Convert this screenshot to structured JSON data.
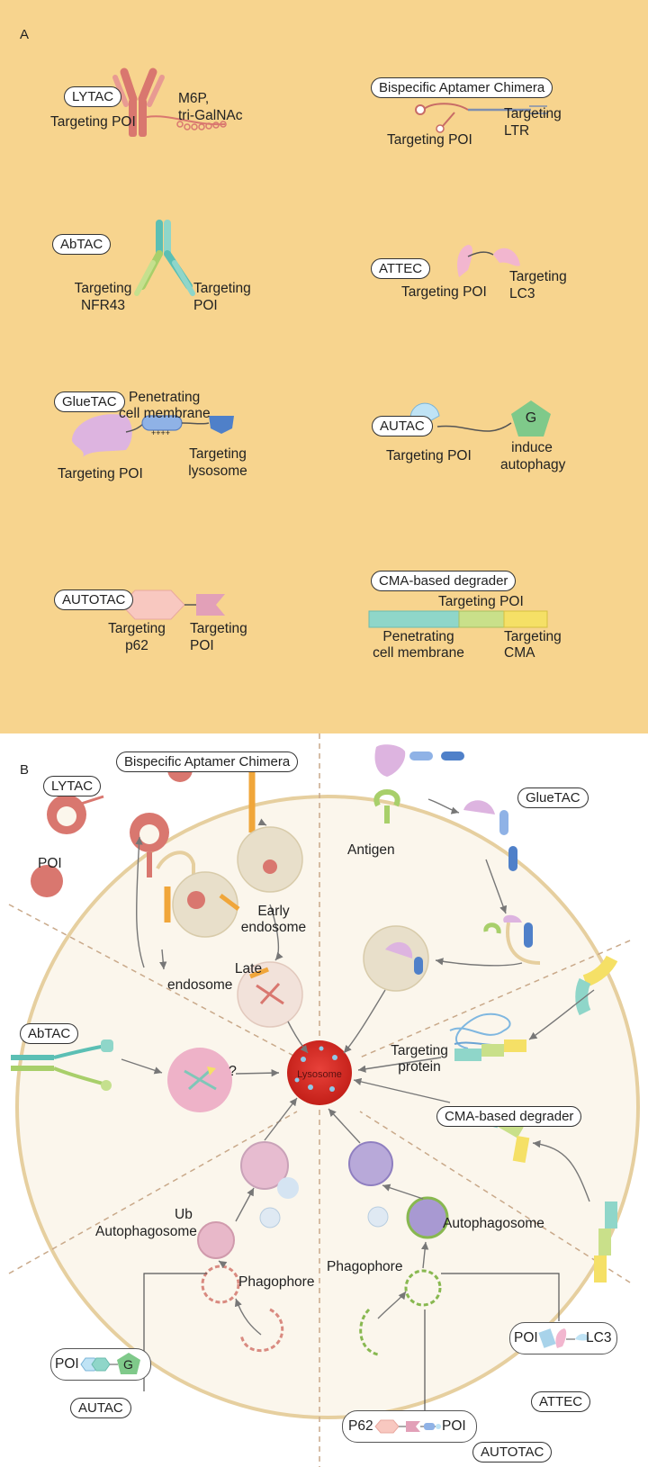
{
  "panel_a": {
    "letter": "A",
    "lytac": {
      "tag": "LYTAC",
      "label_target": "Targeting POI",
      "label_m6p": "M6P,",
      "label_galnac": "tri-GalNAc"
    },
    "aptamer": {
      "tag": "Bispecific Aptamer Chimera",
      "label_poi": "Targeting POI",
      "label_ltr_1": "Targeting",
      "label_ltr_2": "LTR"
    },
    "abtac": {
      "tag": "AbTAC",
      "label_nfr_1": "Targeting",
      "label_nfr_2": "NFR43",
      "label_poi_1": "Targeting",
      "label_poi_2": "POI"
    },
    "attec": {
      "tag": "ATTEC",
      "label_poi": "Targeting POI",
      "label_lc3_1": "Targeting",
      "label_lc3_2": "LC3"
    },
    "gluetac": {
      "tag": "GlueTAC",
      "label_pen_1": "Penetrating",
      "label_pen_2": "cell membrane",
      "label_poi": "Targeting POI",
      "label_lys_1": "Targeting",
      "label_lys_2": "lysosome",
      "charge": "++++"
    },
    "autac": {
      "tag": "AUTAC",
      "label_poi": "Targeting POI",
      "label_ind_1": "induce",
      "label_ind_2": "autophagy",
      "glyph": "G"
    },
    "autotac": {
      "tag": "AUTOTAC",
      "label_p62_1": "Targeting",
      "label_p62_2": "p62",
      "label_poi_1": "Targeting",
      "label_poi_2": "POI"
    },
    "cma": {
      "tag": "CMA-based degrader",
      "label_poi": "Targeting POI",
      "label_pen_1": "Penetrating",
      "label_pen_2": "cell membrane",
      "label_cma_1": "Targeting",
      "label_cma_2": "CMA"
    }
  },
  "panel_b": {
    "letter": "B",
    "tags": {
      "aptamer": "Bispecific Aptamer Chimera",
      "lytac": "LYTAC",
      "gluetac": "GlueTAC",
      "abtac": "AbTAC",
      "cma": "CMA-based degrader",
      "autac": "AUTAC",
      "attec": "ATTEC",
      "autotac": "AUTOTAC"
    },
    "labels": {
      "poi": "POI",
      "antigen": "Antigen",
      "early_1": "Early",
      "early_2": "endosome",
      "late_1": "Late",
      "late_2": "endosome",
      "question": "?",
      "lysosome": "Lysosome",
      "targeting_1": "Targeting",
      "targeting_2": "protein",
      "ub": "Ub",
      "autophagosome_left": "Autophagosome",
      "autophagosome_right": "Autophagosome",
      "phagophore_left": "Phagophore",
      "phagophore_right": "Phagophore"
    },
    "autac_box": {
      "poi": "POI",
      "g": "G"
    },
    "attec_box": {
      "poi": "POI",
      "lc3": "LC3"
    },
    "autotac_box": {
      "p62": "P62",
      "poi": "POI"
    }
  },
  "colors": {
    "panel_a_bg": "#f7d48e",
    "lysosome": "#d42a22",
    "cell_fill": "#fbf6ec",
    "cell_edge": "#e6cf9f",
    "antibody_red": "#d9776f",
    "antibody_teal": "#5bbfb4",
    "pink": "#f2b6cf",
    "blue": "#6e98d6",
    "orange": "#f0a63a",
    "green": "#a8cf6a",
    "yellow": "#f5e066",
    "cma_teal": "#8fd6c9"
  }
}
